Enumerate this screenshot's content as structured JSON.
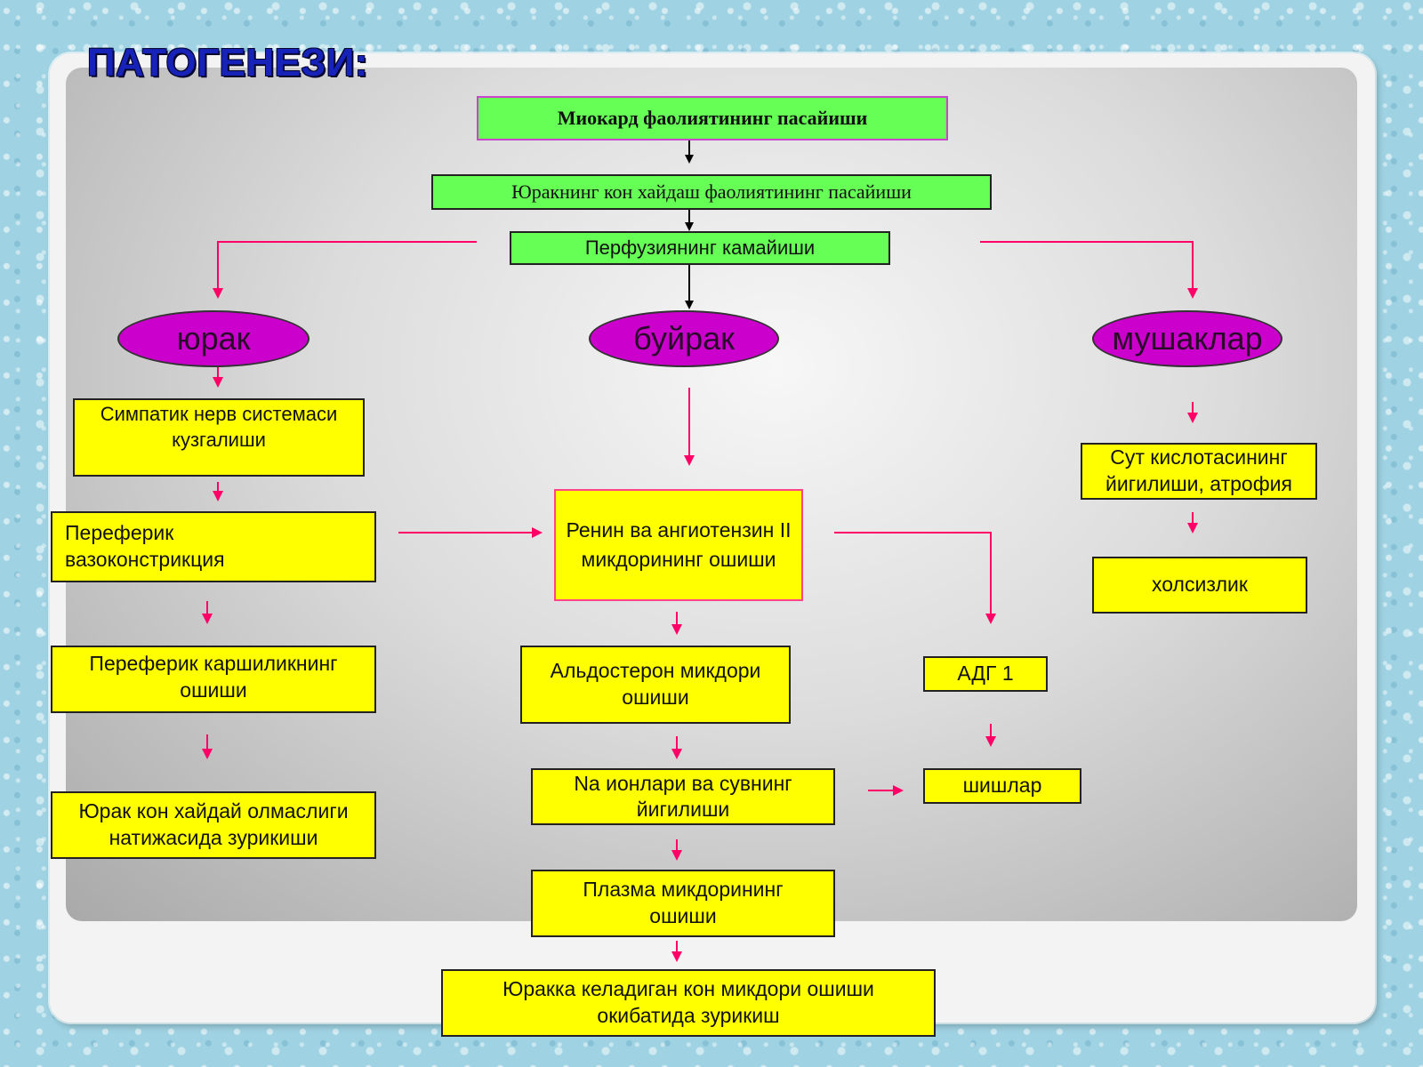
{
  "title": "ПАТОГЕНЕЗИ:",
  "colors": {
    "green_box": "#66ff55",
    "yellow_box": "#ffff00",
    "organ_oval": "#cc00cc",
    "arrow_pink": "#ff0066",
    "arrow_black": "#000000",
    "title_blue": "#1622b8"
  },
  "top_chain": {
    "myocardium": "Миокард фаолиятининг пасайиши",
    "pumping": "Юракнинг кон хайдаш фаолиятининг пасайиши",
    "perfusion": "Перфузиянинг камайиши"
  },
  "organs": {
    "heart": "юрак",
    "kidney": "буйрак",
    "muscles": "мушаклар"
  },
  "heart_branch": {
    "sympathetic": "Симпатик нерв системаси кузгалиши",
    "vasoconstriction": "Переферик вазоконстрикция",
    "resistance": "Переферик каршиликнинг ошиши",
    "strain": "Юрак кон хайдай олмаслиги натижасида зурикиши"
  },
  "kidney_branch": {
    "renin": "Ренин ва ангиотензин II микдорининг ошиши",
    "aldosterone": "Альдостерон микдори ошиши",
    "sodium": "Na ионлари ва сувнинг йигилиши",
    "plasma": "Плазма микдорининг ошиши",
    "venous_return": "Юракка келадиган кон микдори ошиши окибатида зурикиш",
    "adh": "АДГ 1",
    "edema": "шишлар"
  },
  "muscle_branch": {
    "lactic_acid": "Сут кислотасининг йигилиши, атрофия",
    "weakness": "холсизлик"
  }
}
